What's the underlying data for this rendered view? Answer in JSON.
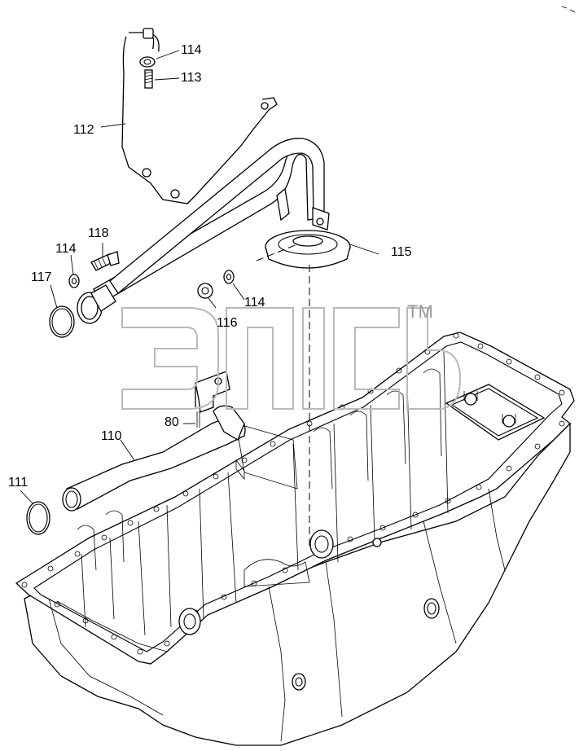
{
  "callouts": {
    "c114_top": "114",
    "c113": "113",
    "c112": "112",
    "c118": "118",
    "c114_left": "114",
    "c117": "117",
    "c115": "115",
    "c114_right": "114",
    "c116": "116",
    "c80": "80",
    "c110": "110",
    "c111": "111"
  },
  "watermark": {
    "trademark": "TM"
  },
  "colors": {
    "line": "#000000",
    "watermark": "#b9b9b9",
    "background": "#ffffff"
  }
}
